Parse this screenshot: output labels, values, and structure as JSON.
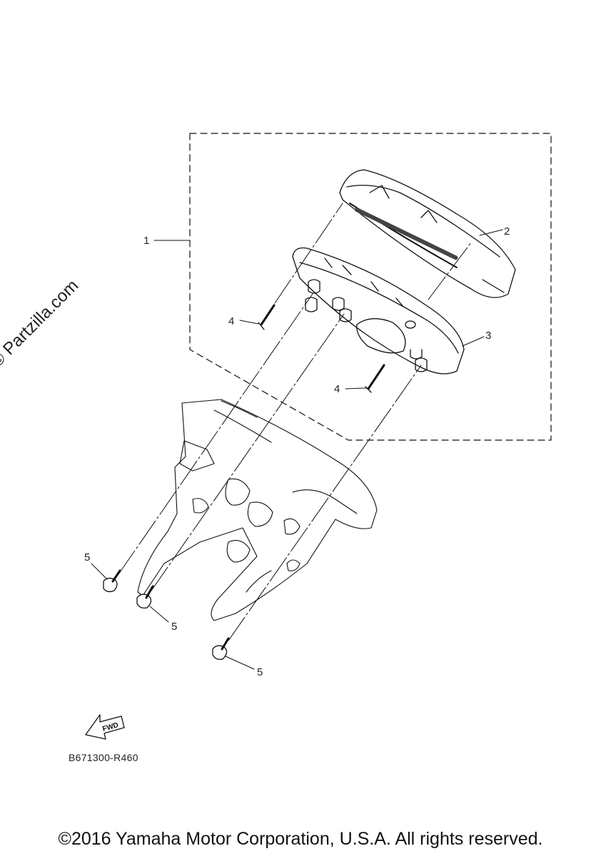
{
  "callouts": {
    "c1": "1",
    "c2": "2",
    "c3": "3",
    "c4a": "4",
    "c4b": "4",
    "c5a": "5",
    "c5b": "5",
    "c5c": "5"
  },
  "fwd_label": "FWD",
  "reference_code": "B671300-R460",
  "watermark": "© Partzilla.com",
  "copyright": "©2016 Yamaha Motor Corporation, U.S.A. All rights reserved."
}
